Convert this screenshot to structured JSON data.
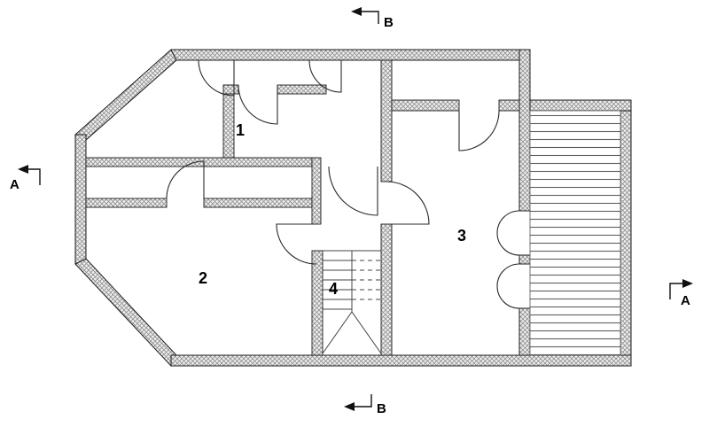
{
  "drawing": {
    "type": "architectural-floor-plan",
    "rooms": [
      {
        "id": "room-1",
        "label": "1"
      },
      {
        "id": "room-2",
        "label": "2"
      },
      {
        "id": "room-3",
        "label": "3"
      },
      {
        "id": "room-4",
        "label": "4"
      }
    ],
    "section_markers": {
      "a_left": "A",
      "a_right": "A",
      "b_top": "B",
      "b_bottom": "B"
    },
    "features": {
      "staircase": "room-4",
      "terrace_decking": "right side hatched strip"
    },
    "colors": {
      "background": "#ffffff",
      "wall_fill": "#efefef",
      "wall_hatch": "#8f8f8f",
      "line": "#1c1c1c",
      "door_line": "#2a2a2a",
      "deck_line": "#5f5f5f"
    }
  }
}
